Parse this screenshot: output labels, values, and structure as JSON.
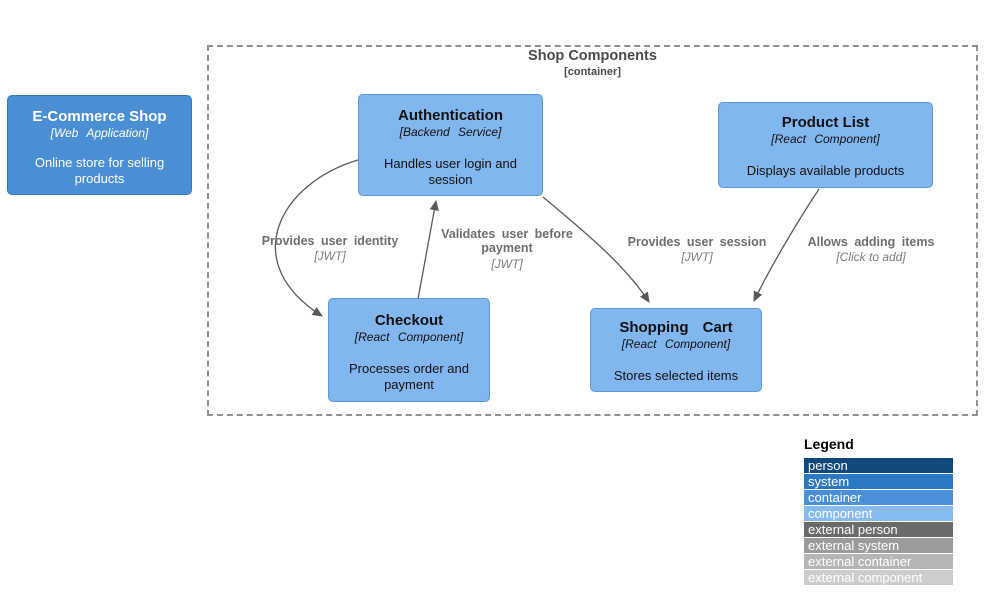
{
  "diagram": {
    "boundary": {
      "title": "Shop Components",
      "subtitle": "[container]"
    },
    "nodes": {
      "ecommerce": {
        "title": "E-Commerce Shop",
        "subtitle": "[Web Application]",
        "description": "Online store for selling products",
        "type": "container"
      },
      "authentication": {
        "title": "Authentication",
        "subtitle": "[Backend Service]",
        "description": "Handles user login and session",
        "type": "component"
      },
      "product_list": {
        "title": "Product List",
        "subtitle": "[React Component]",
        "description": "Displays available products",
        "type": "component"
      },
      "checkout": {
        "title": "Checkout",
        "subtitle": "[React Component]",
        "description": "Processes order and payment",
        "type": "component"
      },
      "shopping_cart": {
        "title": "Shopping Cart",
        "subtitle": "[React Component]",
        "description": "Stores selected items",
        "type": "component"
      }
    },
    "edges": {
      "provides_identity": {
        "label": "Provides user identity",
        "tech": "[JWT]",
        "from": "Authentication",
        "to": "Checkout"
      },
      "validates_user": {
        "label": "Validates user before payment",
        "tech": "[JWT]",
        "from": "Checkout",
        "to": "Authentication"
      },
      "provides_session": {
        "label": "Provides user session",
        "tech": "[JWT]",
        "from": "Authentication",
        "to": "Shopping Cart"
      },
      "allows_adding": {
        "label": "Allows adding items",
        "tech": "[Click to add]",
        "from": "Product List",
        "to": "Shopping Cart"
      }
    }
  },
  "legend": {
    "title": "Legend",
    "items": [
      {
        "label": "person",
        "color": "#11497d"
      },
      {
        "label": "system",
        "color": "#2b78c3"
      },
      {
        "label": "container",
        "color": "#4a90d9"
      },
      {
        "label": "component",
        "color": "#85bbf0"
      },
      {
        "label": "external person",
        "color": "#6b6b6b"
      },
      {
        "label": "external system",
        "color": "#9b9b9b"
      },
      {
        "label": "external container",
        "color": "#b5b5b5"
      },
      {
        "label": "external component",
        "color": "#cdcdcd"
      }
    ]
  },
  "colors": {
    "container_node_bg": "#4a8fd3",
    "component_node_bg": "#82b6ee",
    "boundary_border": "#909090",
    "edge_stroke": "#5a5a5a",
    "edge_label_text": "#6e6e6e"
  }
}
